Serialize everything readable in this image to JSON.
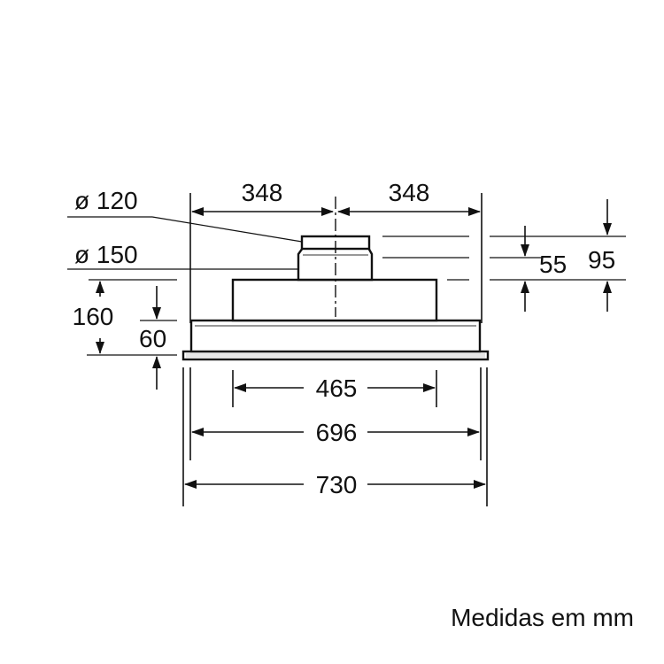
{
  "title": "",
  "footer": {
    "note": "Medidas em mm"
  },
  "dimensions": {
    "half_width_left": "348",
    "half_width_right": "348",
    "duct_diameter_small": "ø 120",
    "duct_diameter_large": "ø 150",
    "height_total": "160",
    "height_body": "60",
    "collar_height": "55",
    "collar_total": "95",
    "step_width": "465",
    "body_width": "696",
    "overall_width": "730"
  }
}
